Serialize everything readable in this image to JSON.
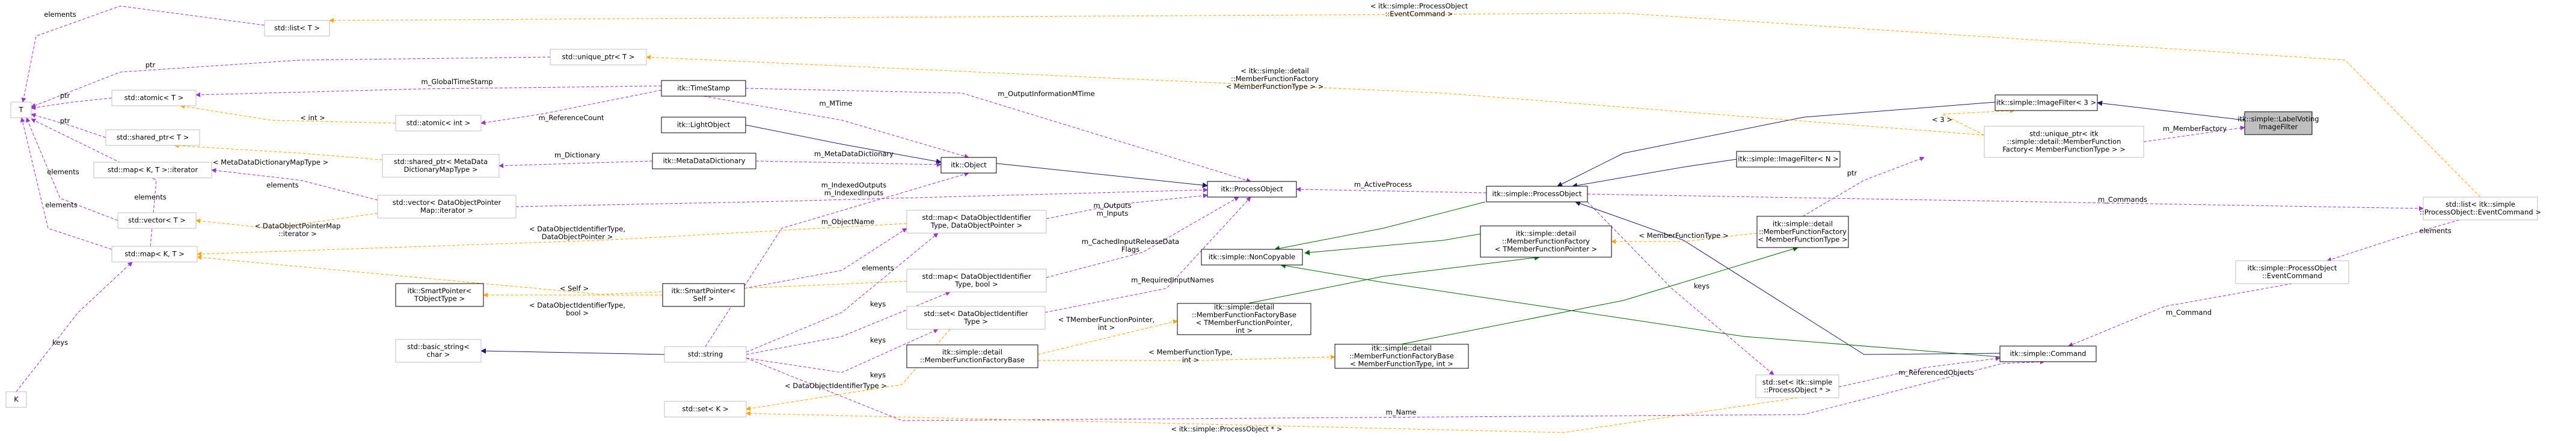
{
  "nodes": {
    "n_labelvoting": [
      "itk::simple::LabelVoting",
      "ImageFilter"
    ],
    "n_imagefilter3": [
      "itk::simple::ImageFilter< 3 >"
    ],
    "n_imagefilterN": [
      "itk::simple::ImageFilter< N >"
    ],
    "n_processobject": [
      "itk::simple::ProcessObject"
    ],
    "n_noncopyable": [
      "itk::simple::NonCopyable"
    ],
    "n_uniqueptr_mff": [
      "std::unique_ptr< itk",
      "::simple::detail::MemberFunction",
      "Factory< MemberFunctionType > >"
    ],
    "n_mff": [
      "itk::simple::detail",
      "::MemberFunctionFactory",
      "< MemberFunctionType >"
    ],
    "n_mff_t": [
      "itk::simple::detail",
      "::MemberFunctionFactory",
      "< TMemberFunctionPointer >"
    ],
    "n_mffbase_t": [
      "itk::simple::detail",
      "::MemberFunctionFactoryBase",
      "< TMemberFunctionPointer,",
      "int >"
    ],
    "n_mffbase_mft": [
      "itk::simple::detail",
      "::MemberFunctionFactoryBase",
      "< MemberFunctionType, int >"
    ],
    "n_mffbase": [
      "itk::simple::detail",
      "::MemberFunctionFactoryBase"
    ],
    "n_set_po": [
      "std::set< itk::simple",
      "::ProcessObject * >"
    ],
    "n_command": [
      "itk::simple::Command"
    ],
    "n_list_cmd": [
      "std::list< itk::simple",
      "::ProcessObject::EventCommand >"
    ],
    "n_eventcommand": [
      "itk::simple::ProcessObject",
      "::EventCommand"
    ],
    "n_list_t": [
      "std::list< T >"
    ],
    "n_uniqueptr_t": [
      "std::unique_ptr< T >"
    ],
    "n_T": [
      "T"
    ],
    "n_atomic_t": [
      "std::atomic< T >"
    ],
    "n_atomic_int": [
      "std::atomic< int >"
    ],
    "n_sharedptr_t": [
      "std::shared_ptr< T >"
    ],
    "n_map_iter": [
      "std::map< K, T >::iterator"
    ],
    "n_sharedptr_mdd": [
      "std::shared_ptr< MetaData",
      "DictionaryMapType >"
    ],
    "n_vector_t": [
      "std::vector< T >"
    ],
    "n_vector_dop": [
      "std::vector< DataObjectPointer",
      "Map::iterator >"
    ],
    "n_map_kt": [
      "std::map< K, T >"
    ],
    "n_K": [
      "K"
    ],
    "n_timestamp": [
      "itk::TimeStamp"
    ],
    "n_lightobject": [
      "itk::LightObject"
    ],
    "n_metadatadict": [
      "itk::MetaDataDictionary"
    ],
    "n_object": [
      "itk::Object"
    ],
    "n_itkprocessobject": [
      "itk::ProcessObject"
    ],
    "n_map_dop": [
      "std::map< DataObjectIdentifier",
      "Type, DataObjectPointer >"
    ],
    "n_map_bool": [
      "std::map< DataObjectIdentifier",
      "Type, bool >"
    ],
    "n_set_doi": [
      "std::set< DataObjectIdentifier",
      "Type >"
    ],
    "n_smartptr_t": [
      "itk::SmartPointer<",
      "TObjectType >"
    ],
    "n_smartptr_self": [
      "itk::SmartPointer<",
      "Self >"
    ],
    "n_basic_string": [
      "std::basic_string<",
      "char >"
    ],
    "n_string": [
      "std::string"
    ],
    "n_set_k": [
      "std::set< K >"
    ]
  },
  "edges": {
    "e_lv_if3": [],
    "e_uptr_lv": [
      "m_MemberFactory"
    ],
    "e_if3_po": [],
    "e_uptr_if3": [
      "< 3 >"
    ],
    "e_ifN_po": [],
    "e_po_list": [
      "m_Commands"
    ],
    "e_list_ec": [
      "elements"
    ],
    "e_ec_cmd": [
      "m_Command"
    ],
    "e_cmd_po": [],
    "e_setpo_cmd": [
      "m_ReferencedObjects"
    ],
    "e_po_setpo": [
      "keys"
    ],
    "e_string_cmd": [
      "m_Name"
    ],
    "e_nc_cmd": [],
    "e_nc_po": [],
    "e_mff_uptr": [
      "ptr"
    ],
    "e_mff_nc": [],
    "e_mff_mff": [
      "< MemberFunctionType >"
    ],
    "e_mffbase_t_mff_t": [],
    "e_mffbase_mft_mff": [],
    "e_mffbase_mffbase_t": [
      "< TMemberFunctionPointer,",
      "int >"
    ],
    "e_mffbase_mffbase_mft": [
      "< MemberFunctionType,",
      "int >"
    ],
    "e_itkpo_po": [
      "m_ActiveProcess"
    ],
    "e_list_list": [
      "< itk::simple::ProcessObject",
      "::EventCommand >"
    ],
    "e_uptr_uptr": [
      "< itk::simple::detail",
      "::MemberFunctionFactory",
      "< MemberFunctionType > >"
    ],
    "e_setk_setpo": [
      "< itk::simple::ProcessObject * >"
    ],
    "e_object_itkpo": [],
    "e_timestamp_itkpo": [
      "m_OutputInformationMTime"
    ],
    "e_timestamp_object": [
      "m_MTime"
    ],
    "e_lightobj_object": [],
    "e_mdd_object": [
      "m_MetaDataDictionary"
    ],
    "e_vector_itkpo": [
      "m_IndexedOutputs",
      "m_IndexedInputs"
    ],
    "e_mapdop_itkpo": [
      "m_Outputs",
      "m_Inputs"
    ],
    "e_mapbool_itkpo": [
      "m_CachedInputReleaseData",
      "Flags"
    ],
    "e_setdoi_itkpo": [
      "m_RequiredInputNames"
    ],
    "e_string_object": [
      "m_ObjectName"
    ],
    "e_string_mapdop": [
      "keys"
    ],
    "e_string_mapbool": [
      "keys"
    ],
    "e_string_setdoi": [
      "keys"
    ],
    "e_smartptr_mapdop": [
      "elements"
    ],
    "e_smartptr_smartptr": [
      "< Self >"
    ],
    "e_basic_string": [],
    "e_setk_setdoi": [
      "< DataObjectIdentifierType >"
    ],
    "e_mapkt_mapdop": [
      "< DataObjectIdentifierType,",
      "DataObjectPointer >"
    ],
    "e_mapkt_mapbool": [
      "< DataObjectIdentifierType,",
      "bool >"
    ],
    "e_timestamp_globalts": [
      "m_GlobalTimeStamp"
    ],
    "e_atomicint_timestamp": [
      "m_ReferenceCount"
    ],
    "e_atomic_atomicint": [
      "< int >"
    ],
    "e_sptr_mdd": [
      "m_Dictionary"
    ],
    "e_sptr_sptr": [
      "< MetaDataDictionaryMapType >"
    ],
    "e_vector_vector": [
      "< DataObjectPointerMap",
      "::iterator >"
    ],
    "e_mapiter_vector": [
      "elements"
    ],
    "e_T_list": [
      "elements"
    ],
    "e_T_uptr": [
      "ptr"
    ],
    "e_T_atomic": [
      "ptr"
    ],
    "e_T_sptr": [
      "ptr"
    ],
    "e_T_vector": [
      "elements"
    ],
    "e_T_mapkt": [
      "elements"
    ],
    "e_K_mapkt": [
      "keys"
    ],
    "e_mapkt_T": [
      "elements"
    ]
  },
  "colors": {
    "inheritance": "#191970",
    "public_inheritance_green": "#006400",
    "usage": "#9a32cd",
    "template": "#ffa500",
    "highlight_fill": "#bfbfbf",
    "node_border": "#000000",
    "external_border": "#bfbfbf"
  }
}
